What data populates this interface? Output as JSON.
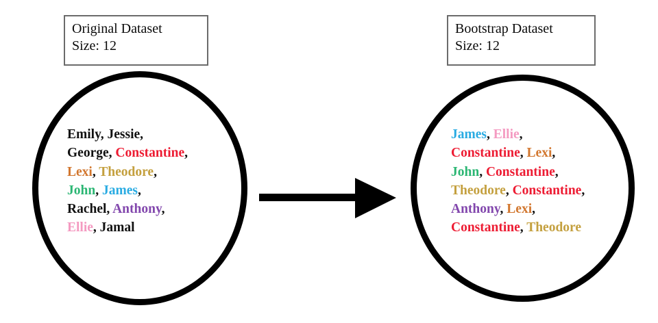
{
  "diagram": {
    "title": "Bootstrap resampling diagram",
    "background_color": "#ffffff",
    "stroke_color": "#000000"
  },
  "name_colors": {
    "Emily": "#111111",
    "Jessie": "#111111",
    "George": "#111111",
    "Rachel": "#111111",
    "Jamal": "#111111",
    "Constantine": "#ED1C33",
    "Lexi": "#D2772F",
    "Theodore": "#C4A03F",
    "John": "#2BB673",
    "James": "#29ABE2",
    "Anthony": "#8247AD",
    "Ellie": "#F49AC1"
  },
  "left_panel": {
    "box": {
      "title": "Original Dataset",
      "size_label": "Size: 12"
    },
    "rows": [
      [
        {
          "name": "Emily",
          "sep": ", "
        },
        {
          "name": "Jessie",
          "sep": ","
        }
      ],
      [
        {
          "name": "George",
          "sep": ", "
        },
        {
          "name": "Constantine",
          "sep": ","
        }
      ],
      [
        {
          "name": "Lexi",
          "sep": ", "
        },
        {
          "name": "Theodore",
          "sep": ","
        }
      ],
      [
        {
          "name": "John",
          "sep": ", "
        },
        {
          "name": "James",
          "sep": ","
        }
      ],
      [
        {
          "name": "Rachel",
          "sep": ", "
        },
        {
          "name": "Anthony",
          "sep": ","
        }
      ],
      [
        {
          "name": "Ellie",
          "sep": ", "
        },
        {
          "name": "Jamal",
          "sep": ""
        }
      ]
    ],
    "names_flat": [
      "Emily",
      "Jessie",
      "George",
      "Constantine",
      "Lexi",
      "Theodore",
      "John",
      "James",
      "Rachel",
      "Anthony",
      "Ellie",
      "Jamal"
    ],
    "count": 12
  },
  "right_panel": {
    "box": {
      "title": "Bootstrap Dataset",
      "size_label": "Size: 12"
    },
    "rows": [
      [
        {
          "name": "James",
          "sep": ", "
        },
        {
          "name": "Ellie",
          "sep": ","
        }
      ],
      [
        {
          "name": "Constantine",
          "sep": ", "
        },
        {
          "name": "Lexi",
          "sep": ","
        }
      ],
      [
        {
          "name": "John",
          "sep": ", "
        },
        {
          "name": "Constantine",
          "sep": ","
        }
      ],
      [
        {
          "name": "Theodore",
          "sep": ", "
        },
        {
          "name": "Constantine",
          "sep": ","
        }
      ],
      [
        {
          "name": "Anthony",
          "sep": ", "
        },
        {
          "name": "Lexi",
          "sep": ","
        }
      ],
      [
        {
          "name": "Constantine",
          "sep": ", "
        },
        {
          "name": "Theodore",
          "sep": ""
        }
      ]
    ],
    "names_flat": [
      "James",
      "Ellie",
      "Constantine",
      "Lexi",
      "John",
      "Constantine",
      "Theodore",
      "Constantine",
      "Anthony",
      "Lexi",
      "Constantine",
      "Theodore"
    ],
    "count": 12
  },
  "arrow": {
    "direction": "right",
    "color": "#000000"
  }
}
